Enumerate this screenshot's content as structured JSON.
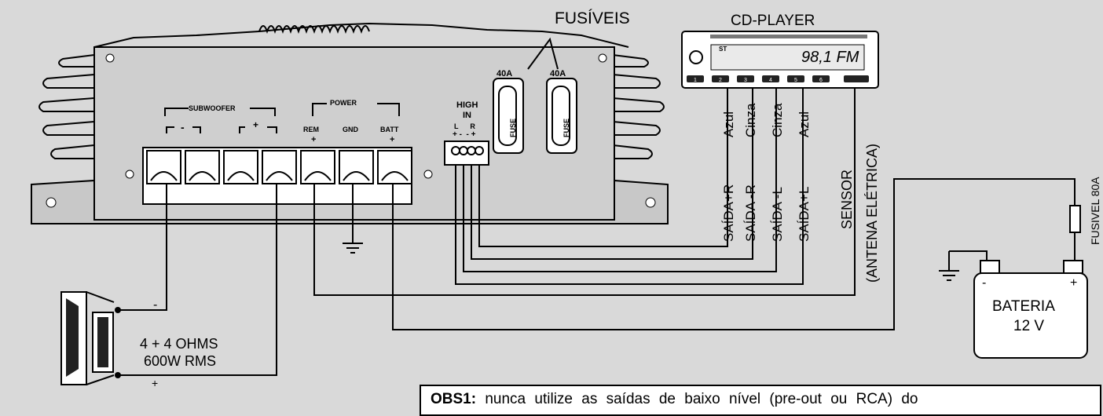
{
  "labels": {
    "fusiveis": "FUSÍVEIS",
    "cd_player": "CD-PLAYER",
    "fuse_rating_1": "40A",
    "fuse_rating_2": "40A",
    "fuse_text": "FUSE",
    "high_in": "HIGH",
    "high_in_2": "IN",
    "high_in_lr": "L      R",
    "high_in_signs": "+ -  - +",
    "subwoofer": "SUBWOOFER",
    "sub_minus": "-",
    "sub_plus": "+",
    "power": "POWER",
    "rem": "REM",
    "gnd": "GND",
    "batt": "BATT",
    "rem_plus": "+",
    "batt_plus": "+",
    "speaker_spec_1": "4 + 4 OHMS",
    "speaker_spec_2": "600W RMS",
    "spk_minus": "-",
    "spk_plus": "+",
    "bateria": "BATERIA",
    "bateria_v": "12 V",
    "bat_minus": "-",
    "bat_plus": "+",
    "fusivel_80a": "FUSIVEL 80A"
  },
  "wire_colors": [
    "Azul",
    "Cinza",
    "Cinza",
    "Azul"
  ],
  "outputs": [
    "SAÍDA+R",
    "SAÍDA -R",
    "SAÍDA -L",
    "SAÍDA+L"
  ],
  "sensor": "SENSOR",
  "sensor_sub": "(ANTENA ELÉTRICA)",
  "cd_display": {
    "st": "ST",
    "frequency": "98,1 FM",
    "presets": [
      "1",
      "2",
      "3",
      "4",
      "5",
      "6"
    ]
  },
  "note": {
    "title": "OBS1:",
    "text": "nunca utilize as saídas de baixo nível (pre-out ou RCA) do"
  }
}
